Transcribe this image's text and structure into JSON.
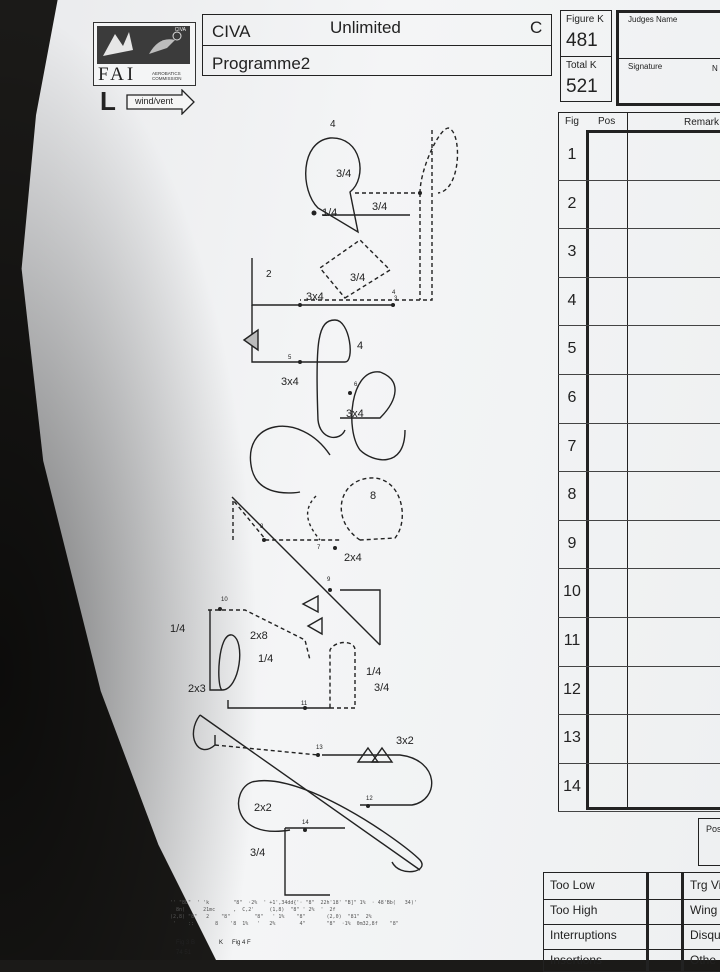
{
  "header": {
    "org": "CIVA",
    "category": "Unlimited",
    "form_letter": "C",
    "programme": "Programme2",
    "figure_k_label": "Figure K",
    "figure_k_value": "481",
    "total_k_label": "Total K",
    "total_k_value": "521",
    "judges_name_label": "Judges Name",
    "signature_label": "Signature",
    "signature_extra": "N",
    "form_letter_big": "L",
    "wind_label": "wind/vent"
  },
  "logo": {
    "fai": "FAI",
    "commission": "AEROBATICS COMMISSION",
    "badge": "CIVA"
  },
  "grid": {
    "col_fig": "Fig",
    "col_pos": "Pos",
    "col_remarks": "Remark",
    "rows": [
      "1",
      "2",
      "3",
      "4",
      "5",
      "6",
      "7",
      "8",
      "9",
      "10",
      "11",
      "12",
      "13",
      "14"
    ],
    "pos_label": "Pos"
  },
  "penalties": {
    "left": [
      "Too Low",
      "Too High",
      "Interruptions",
      "Insertions"
    ],
    "right": [
      "Trg Vi",
      "Wing",
      "Disqu",
      "Othe"
    ]
  },
  "diagram_labels": {
    "l1": "4",
    "l2": "3/4",
    "l3": "1/4",
    "l4": "3/4",
    "l5": "2",
    "l6": "3/4",
    "l7": "3x4",
    "l8": "4",
    "l9": "3",
    "l10": "5",
    "l11": "4",
    "l12": "3x4",
    "l13": "6",
    "l14": "3x4",
    "l15": "8",
    "l16": "8",
    "l17": "7",
    "l18": "2x4",
    "l19": "9",
    "l20": "10",
    "l21": "1/4",
    "l22": "2x8",
    "l23": "1/4",
    "l24": "1/4",
    "l25": "3/4",
    "l26": "2x3",
    "l27": "11",
    "l28": "13",
    "l29": "3x2",
    "l30": "12",
    "l31": "2x2",
    "l32": "14",
    "l33": "3/4"
  },
  "footer": {
    "fig_a": "Fig 3 B",
    "fig_b": "Fig 4 F",
    "k": "K",
    "val": "74 51"
  }
}
